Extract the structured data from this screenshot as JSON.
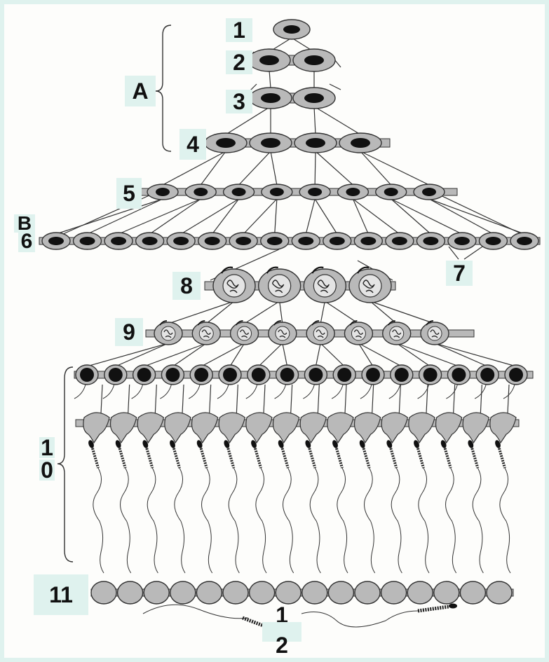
{
  "labels": {
    "l1": "1",
    "l2": "2",
    "l3": "3",
    "l4": "4",
    "l5": "5",
    "lA": "A",
    "lB": "B",
    "l6": "6",
    "l7": "7",
    "l8": "8",
    "l9": "9",
    "l10a": "1",
    "l10b": "0",
    "l11": "11",
    "l12a": "1",
    "l12b": "2"
  },
  "colors": {
    "background": "#dff2ee",
    "cell_fill": "#b9b9b9",
    "nucleus": "#111111",
    "line": "#333333"
  },
  "rows": {
    "spermatogonia_1": 1,
    "spermatogonia_2": 2,
    "spermatogonia_3": 2,
    "spermatogonia_4": 4,
    "spermatogonia_5": 8,
    "spermatogonia_6": 16,
    "primary_spermatocytes": 4,
    "secondary_spermatocytes": 8,
    "spermatids": 16,
    "residual_bodies": 16
  }
}
